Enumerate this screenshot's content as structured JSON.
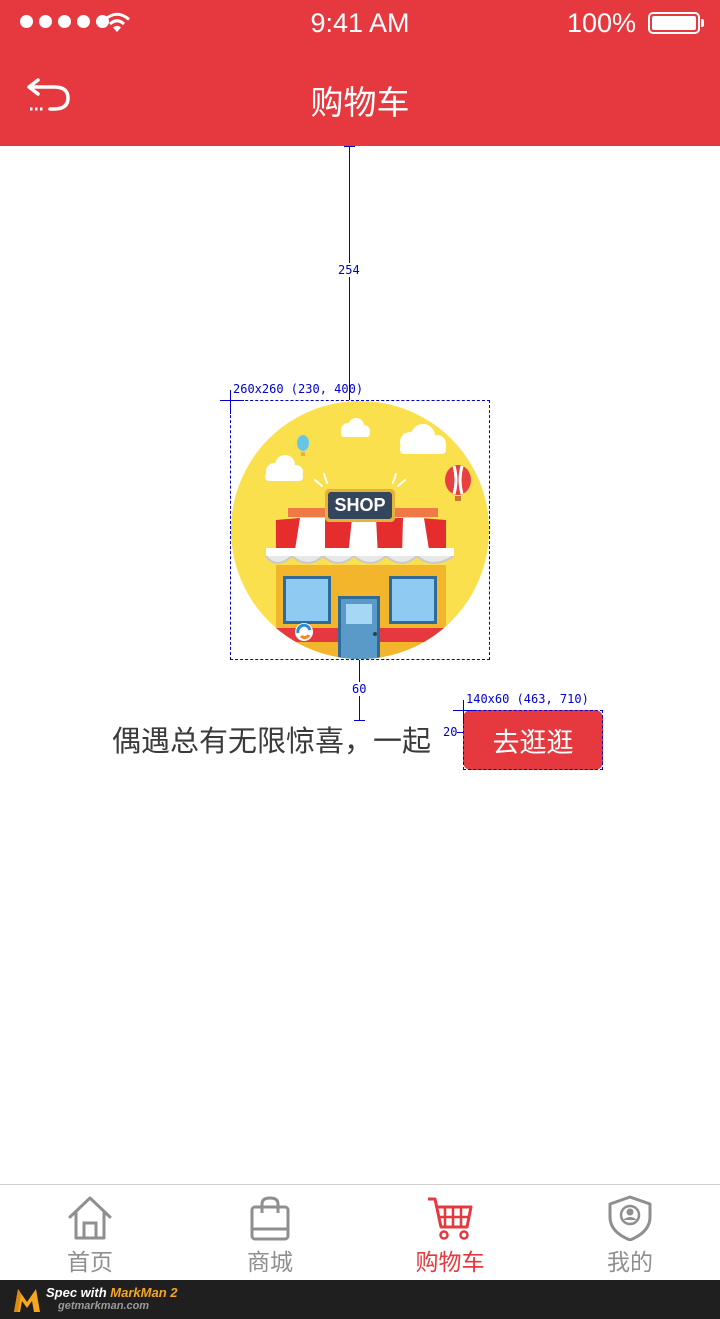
{
  "status_bar": {
    "time": "9:41 AM",
    "battery": "100%"
  },
  "nav": {
    "title": "购物车"
  },
  "spec": {
    "top_gap": "254",
    "image_size": "260x260 (230, 400)",
    "image_gap": "60",
    "button_size": "140x60 (463, 710)",
    "button_gap": "20"
  },
  "illustration": {
    "sign": "SHOP"
  },
  "empty_state": {
    "tagline": "偶遇总有无限惊喜，一起",
    "button": "去逛逛"
  },
  "tabs": [
    {
      "label": "首页",
      "icon": "home-icon"
    },
    {
      "label": "商城",
      "icon": "shopping-bag-icon"
    },
    {
      "label": "购物车",
      "icon": "cart-icon",
      "active": true
    },
    {
      "label": "我的",
      "icon": "user-shield-icon"
    }
  ],
  "footer": {
    "brand_prefix": "Spec with ",
    "brand_name": "MarkMan 2",
    "url": "getmarkman.com"
  },
  "colors": {
    "primary": "#e5393f",
    "tab_inactive": "#8f8f8f",
    "spec": "#0000cc",
    "footer_bg": "#1f1f1f"
  }
}
